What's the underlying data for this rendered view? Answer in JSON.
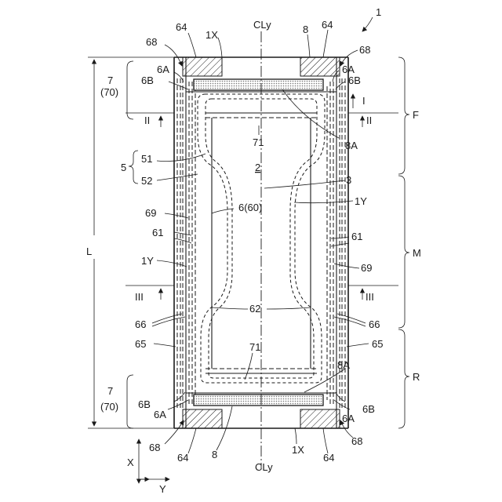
{
  "figure_ref": "1",
  "labels": {
    "n1X": "1X",
    "n1Y": "1Y",
    "n2": "2",
    "n3": "3",
    "n5": "5",
    "n51": "51",
    "n52": "52",
    "n6_60": "6(60)",
    "n6A": "6A",
    "n6B": "6B",
    "n7": "7",
    "n70": "(70)",
    "n8": "8",
    "n8A": "8A",
    "n61": "61",
    "n62": "62",
    "n64": "64",
    "n65": "65",
    "n66": "66",
    "n68": "68",
    "n69": "69",
    "n71": "71",
    "CLy": "CLy",
    "L": "L",
    "F": "F",
    "M": "M",
    "R": "R",
    "secI": "I",
    "secII": "II",
    "secIII": "III",
    "axisX": "X",
    "axisY": "Y"
  }
}
